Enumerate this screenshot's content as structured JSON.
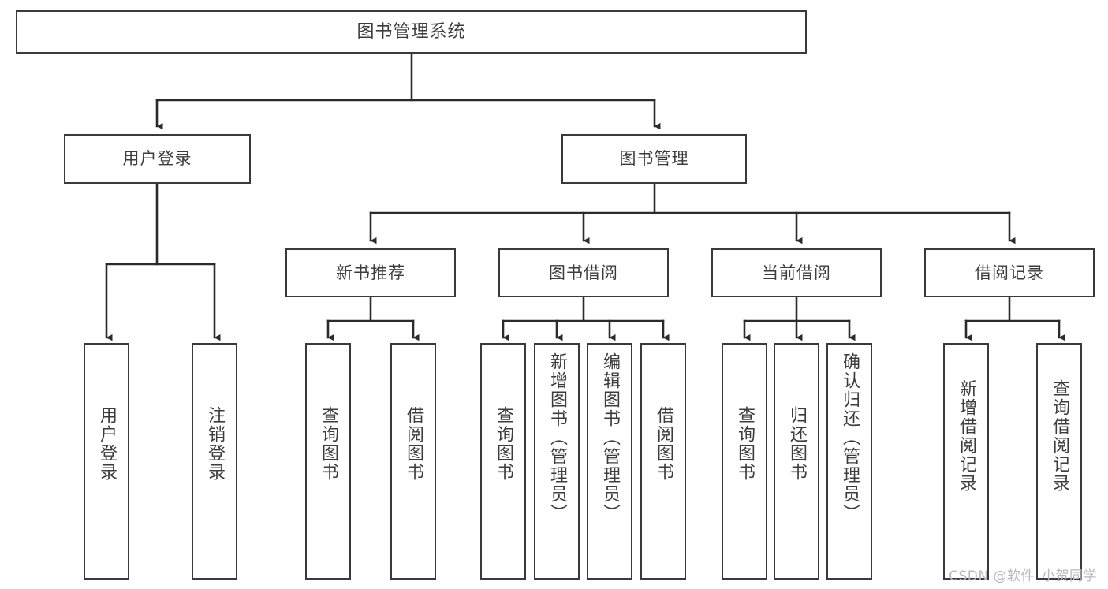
{
  "diagram": {
    "type": "tree-hierarchy",
    "title": "图书管理系统",
    "watermark": "CSDN @软件_小贺同学",
    "colors": {
      "box_border": "#3a3a3a",
      "box_fill": "#ffffff",
      "text": "#3c3c3c",
      "edge": "#2b2b2b",
      "watermark": "#b9b9b9"
    },
    "nodes": {
      "root": {
        "label": "图书管理系统"
      },
      "level1": [
        {
          "label": "用户登录"
        },
        {
          "label": "图书管理"
        }
      ],
      "level2": [
        {
          "label": "新书推荐"
        },
        {
          "label": "图书借阅"
        },
        {
          "label": "当前借阅"
        },
        {
          "label": "借阅记录"
        }
      ],
      "leaves": {
        "user_login": [
          {
            "label": "用户登录"
          },
          {
            "label": "注销登录"
          }
        ],
        "new_book_recommend": [
          {
            "label": "查询图书"
          },
          {
            "label": "借阅图书"
          }
        ],
        "book_borrow": [
          {
            "label": "查询图书"
          },
          {
            "label": "新增图书（管理员）"
          },
          {
            "label": "编辑图书（管理员）"
          },
          {
            "label": "借阅图书"
          }
        ],
        "current_borrow": [
          {
            "label": "查询图书"
          },
          {
            "label": "归还图书"
          },
          {
            "label": "确认归还（管理员）"
          }
        ],
        "borrow_record": [
          {
            "label": "新增借阅记录"
          },
          {
            "label": "查询借阅记录"
          }
        ]
      }
    }
  }
}
